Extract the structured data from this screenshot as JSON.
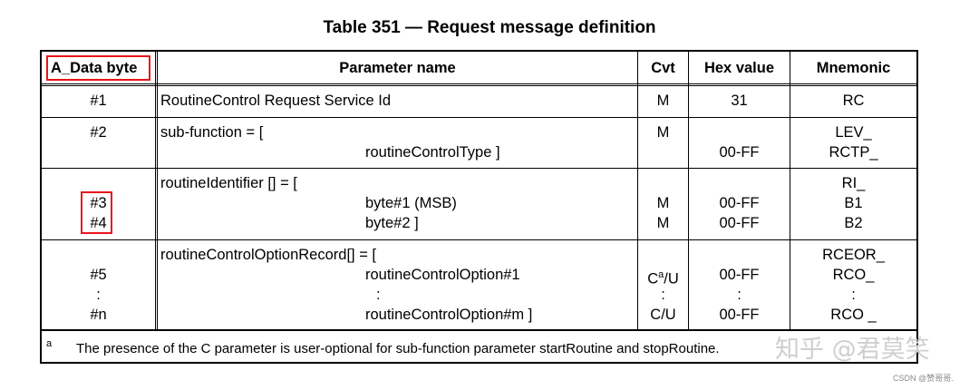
{
  "title": "Table 351 — Request message definition",
  "headers": {
    "data_byte": "A_Data byte",
    "parameter_name": "Parameter name",
    "cvt": "Cvt",
    "hex_value": "Hex value",
    "mnemonic": "Mnemonic"
  },
  "rows": {
    "r1": {
      "byte": "#1",
      "param": "RoutineControl Request Service Id",
      "cvt": "M",
      "hex": "31",
      "mnem": "RC"
    },
    "r2": {
      "byte": "#2",
      "param1": "sub-function = [",
      "param2": "routineControlType ]",
      "cvt": "M",
      "hex": "00-FF",
      "mnem1": "LEV_",
      "mnem2": "RCTP_"
    },
    "r3": {
      "byte3": "#3",
      "byte4": "#4",
      "param1": "routineIdentifier [] = [",
      "param2": "byte#1 (MSB)",
      "param3": "byte#2 ]",
      "cvt3": "M",
      "cvt4": "M",
      "hex3": "00-FF",
      "hex4": "00-FF",
      "mnem1": "RI_",
      "mnem2": "B1",
      "mnem3": "B2"
    },
    "r4": {
      "byte5": "#5",
      "byte_dots": ":",
      "byte_n": "#n",
      "param1": "routineControlOptionRecord[] = [",
      "param2": "routineControlOption#1",
      "param_dots": ":",
      "param3": "routineControlOption#m ]",
      "cvt5": "C",
      "cvt5_sup": "a",
      "cvt5_suffix": "/U",
      "cvt_dots": ":",
      "cvt_n": "C/U",
      "hex5": "00-FF",
      "hex_dots": ":",
      "hex_n": "00-FF",
      "mnem1": "RCEOR_",
      "mnem2": "RCO_",
      "mnem_dots": ":",
      "mnem3": "RCO _"
    }
  },
  "footnote": {
    "marker": "a",
    "text": "The presence of the C parameter is user-optional for sub-function parameter startRoutine and stopRoutine."
  },
  "watermark": {
    "main": "知乎 @君莫笑",
    "csdn": "CSDN @赞哥哥."
  },
  "colors": {
    "highlight": "#e8131b"
  }
}
